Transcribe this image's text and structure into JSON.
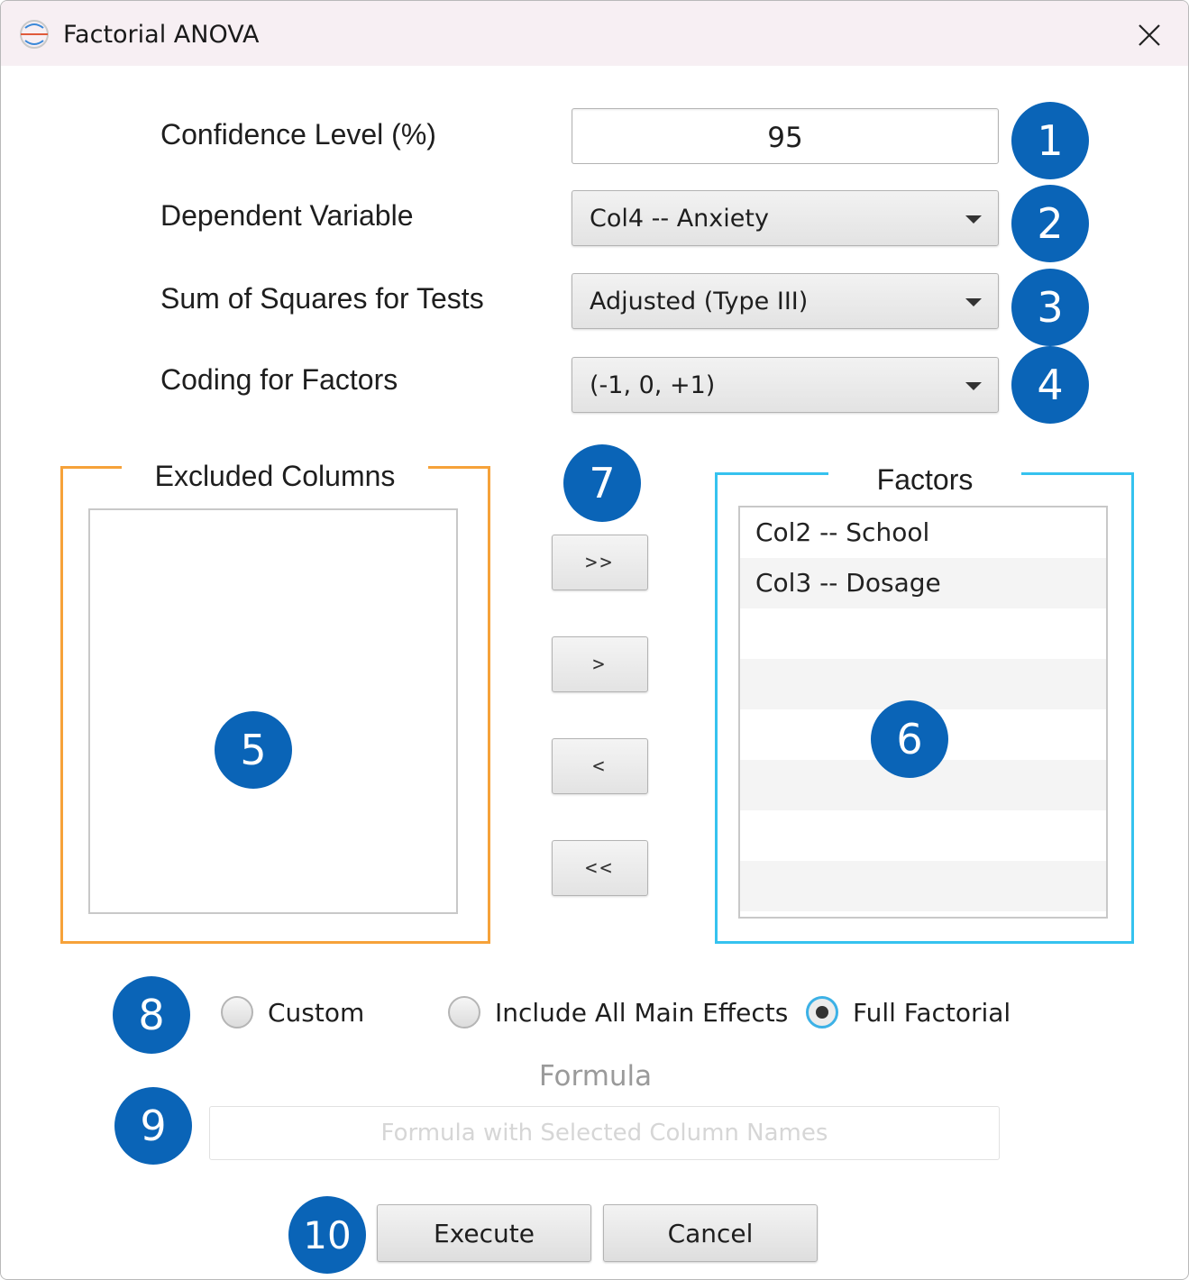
{
  "window": {
    "title": "Factorial ANOVA"
  },
  "settings": {
    "confidence_label": "Confidence Level (%)",
    "confidence_value": "95",
    "dependent_label": "Dependent Variable",
    "dependent_value": "Col4 -- Anxiety",
    "ss_label": "Sum of Squares for Tests",
    "ss_value": "Adjusted (Type III)",
    "coding_label": "Coding for Factors",
    "coding_value": "(-1, 0, +1)"
  },
  "excluded": {
    "title": "Excluded Columns",
    "items": []
  },
  "factors": {
    "title": "Factors",
    "items": [
      "Col2 -- School",
      "Col3 -- Dosage"
    ]
  },
  "move_buttons": {
    "add_all": ">>",
    "add": ">",
    "remove": "<",
    "remove_all": "<<"
  },
  "model": {
    "options": [
      "Custom",
      "Include All Main Effects",
      "Full Factorial"
    ],
    "selected": "Full Factorial"
  },
  "formula": {
    "label": "Formula",
    "placeholder": "Formula with Selected Column Names",
    "value": ""
  },
  "actions": {
    "execute": "Execute",
    "cancel": "Cancel"
  },
  "badges": [
    "1",
    "2",
    "3",
    "4",
    "5",
    "6",
    "7",
    "8",
    "9",
    "10"
  ],
  "colors": {
    "badge": "#0a64b7",
    "excluded_border": "#f6a23a",
    "factors_border": "#35c2ef",
    "titlebar": "#f7eff3",
    "radio_focus": "#3cb1e6"
  }
}
